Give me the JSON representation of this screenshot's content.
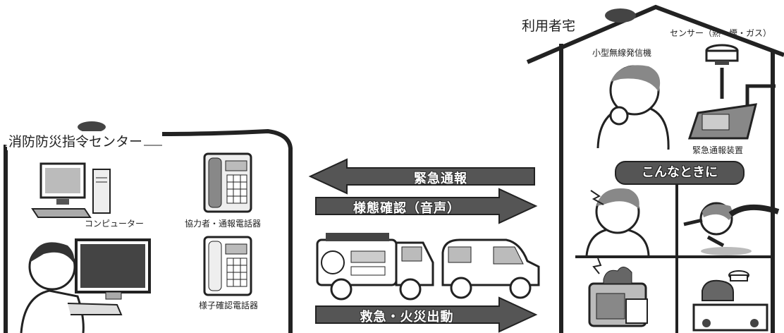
{
  "left_box": {
    "title": "消防防災指令センター",
    "computer_label": "コンピューター",
    "cooperator_phone_label": "協力者・通報電話器",
    "status_phone_label": "様子確認電話器"
  },
  "arrows": {
    "emergency_call": "緊急通報",
    "status_check": "様態確認（音声）",
    "dispatch": "救急・火災出動"
  },
  "right_box": {
    "title": "利用者宅",
    "transmitter_label": "小型無線発信機",
    "sensor_label": "センサー（熱・煙・ガス）",
    "device_label": "緊急通報装置",
    "situations_label": "こんなときに"
  }
}
